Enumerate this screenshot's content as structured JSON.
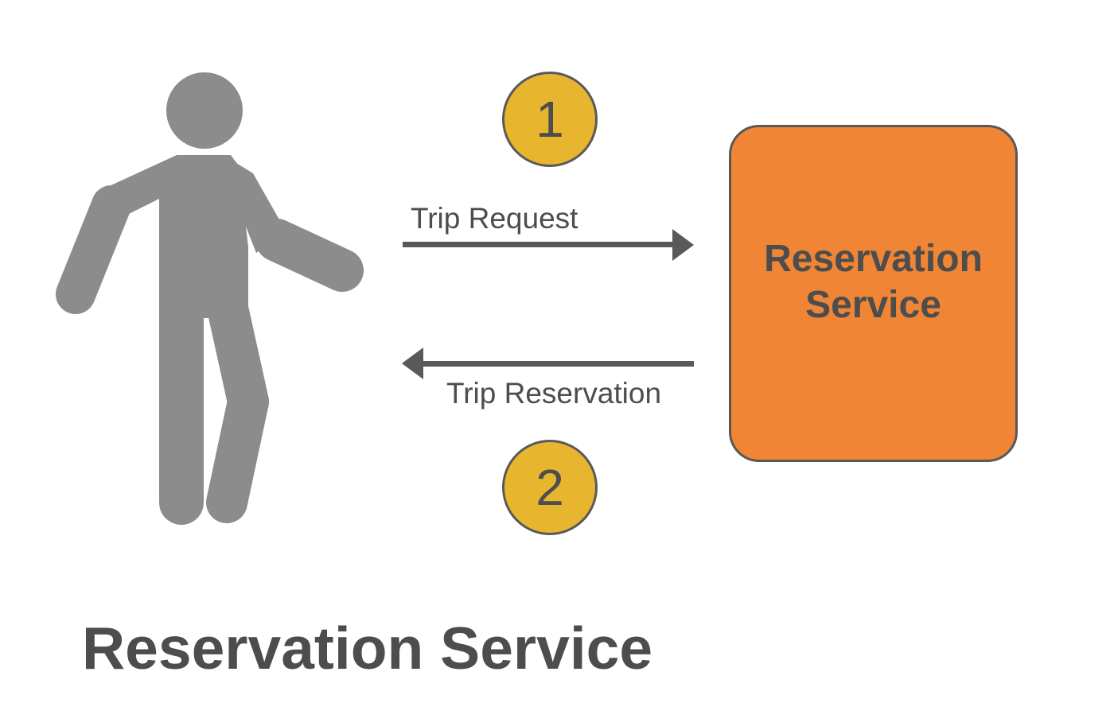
{
  "diagram": {
    "title": "Reservation Service",
    "actor": {
      "icon": "person-walking-icon",
      "color": "#8c8c8c"
    },
    "steps": [
      {
        "number": "1",
        "label": "Trip Request",
        "direction": "to-service"
      },
      {
        "number": "2",
        "label": "Trip Reservation",
        "direction": "to-actor"
      }
    ],
    "service_box": {
      "line1": "Reservation",
      "line2": "Service",
      "fill_color": "#ef8535"
    },
    "colors": {
      "badge": "#e7b52e",
      "arrow": "#595959",
      "text": "#4d4d4d"
    }
  }
}
